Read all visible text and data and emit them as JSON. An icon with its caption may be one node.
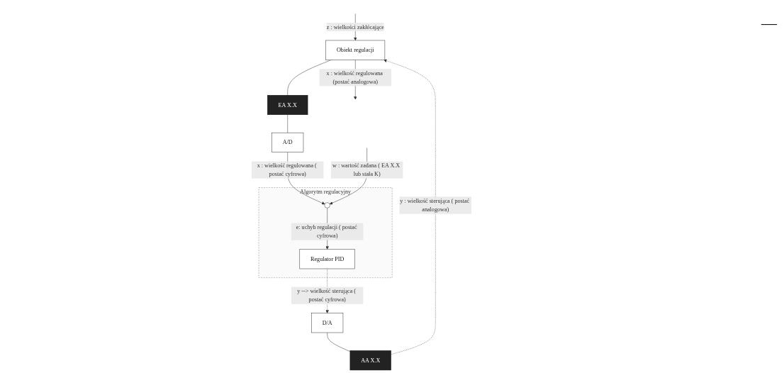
{
  "diagram": {
    "nodes": [
      {
        "text": [
          "Obiekt regulacji"
        ]
      },
      {
        "text": [
          "AA X.X"
        ]
      },
      {
        "text": [
          "D/A"
        ]
      },
      {
        "text": [
          "EA X.X"
        ]
      },
      {
        "text": [
          "A/D"
        ]
      },
      {
        "text": [
          "Algorytm regulacyjny"
        ]
      },
      {
        "text": [
          "Regulator PID"
        ],
        "in": 5
      },
      {
        "text": [],
        "shape": "circle",
        "in": 5
      }
    ],
    "edges": [
      {
        "from": null,
        "to": 0,
        "arrow": "to",
        "label": "z : wielkości zakłócające"
      },
      {
        "from": 0,
        "to": null,
        "arrow": "to",
        "label": "x : wielkość regulowana (postać analogowa)"
      },
      {
        "from": 0,
        "to": 3,
        "arrow": "none"
      },
      {
        "from": 3,
        "to": 4,
        "arrow": "none"
      },
      {
        "from": 4,
        "to": 7,
        "arrow": "to",
        "label": "x : wielkość regulowana ( postać cyfrowa)"
      },
      {
        "from": null,
        "to": 7,
        "arrow": "to",
        "label": "w : wartość zadana ( EA X.X lub stała K)"
      },
      {
        "from": 7,
        "to": 6,
        "arrow": "to",
        "label": "e: uchyb regulacji ( postać cyfrowa)"
      },
      {
        "from": 6,
        "to": 2,
        "arrow": "to",
        "label": "y --> wielkość sterująca ( postać cyfrowa)",
        "style": "dashed"
      },
      {
        "from": 2,
        "to": 1,
        "arrow": "none"
      },
      {
        "from": 1,
        "to": 0,
        "arrow": "to",
        "label": "y : wielkość sterująca ( postać analogowa)",
        "style": "dashed"
      }
    ],
    "labels": [
      "—"
    ]
  }
}
